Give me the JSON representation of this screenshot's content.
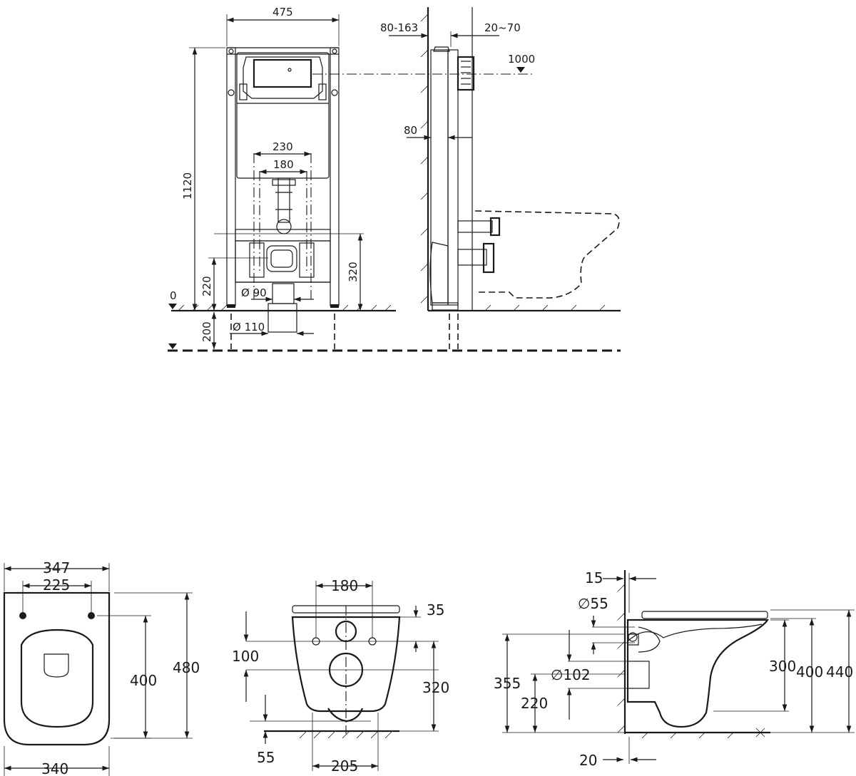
{
  "frame_front": {
    "width": "475",
    "height": "1120",
    "flush_width_outer": "230",
    "flush_width_inner": "180",
    "outlet_height": "320",
    "inlet_height": "220",
    "floor_level": "0",
    "below_floor": "200",
    "pipe_small": "Ø 90",
    "pipe_large": "Ø 110"
  },
  "frame_side": {
    "install_depth": "80-163",
    "wall_gap": "20~70",
    "button_height": "1000",
    "frame_depth": "80"
  },
  "bowl_top": {
    "width_top": "347",
    "hole_spacing": "225",
    "width_bottom": "340",
    "hole_to_front": "400",
    "length": "480"
  },
  "bowl_back": {
    "hole_spacing": "180",
    "hole_dist": "100",
    "top_offset": "35",
    "outlet_height": "320",
    "bottom_offset": "55",
    "base_width": "205"
  },
  "bowl_side": {
    "wall_offset": "15",
    "inlet_dia": "∅55",
    "outlet_dia": "∅102",
    "outlet_height": "355",
    "inlet_height": "220",
    "rim_height": "300",
    "height": "400",
    "total_height": "440",
    "bottom_offset": "20"
  }
}
